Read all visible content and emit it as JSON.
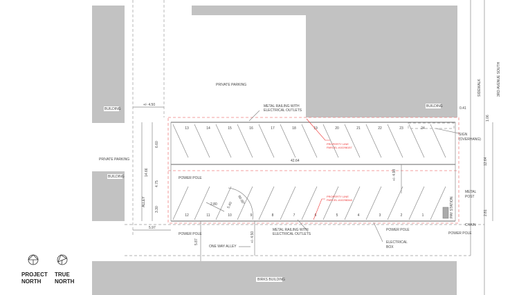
{
  "labels": {
    "private_parking_top": "PRIVATE PARKING",
    "private_parking_left": "PRIVATE PARKING",
    "building_left_top": "BUILDING",
    "building_left_mid": "BUILDING",
    "building_right": "BUILDING",
    "birks_building": "BIRKS BUILDING",
    "sidewalk": "SIDEWALK",
    "street": "3RD AVENUE SOUTH",
    "alley": "ALLEY",
    "one_way_alley": "ONE WAY ALLEY",
    "railing_top_1": "METAL RAILING WITH",
    "railing_top_2": "ELECTRICAL OUTLETS",
    "railing_bot_1": "METAL RAILING WITH",
    "railing_bot_2": "ELECTRICAL OUTLETS",
    "power_pole_1": "POWER POLE",
    "power_pole_2": "POWER POLE",
    "power_pole_3": "POWER POLE",
    "power_pole_4": "POWER POLE",
    "sign_1": "SIGN",
    "sign_2": "(OVERHANG)",
    "metal_post_1": "METAL",
    "metal_post_2": "POST",
    "chain": "CHAIN",
    "pay_station": "PAY STATION",
    "elec_box_1": "ELECTRICAL",
    "elec_box_2": "BOX",
    "prop_line_top_1": "PROPERTY LINE",
    "prop_line_top_2": "PARCEL #10298157",
    "prop_line_bot_1": "PROPERTY LINE",
    "prop_line_bot_2": "PARCEL #10298348"
  },
  "dimensions": {
    "alley_width": "+/- 4.50",
    "d_641": "0.41",
    "d_106": "1.06",
    "d_660": "6.60",
    "d_1466": "14.66",
    "d_475": "4.75",
    "d_330": "3.30",
    "d_597": "5.97",
    "d_4264": "42.64",
    "d_498": "+/- 4.98",
    "d_1264": "12.64",
    "d_281": "2.81",
    "d_280": "2.80",
    "d_540": "5.40",
    "angle": "60.00°",
    "d_587": "5.87",
    "d_450b": "+/- 4.50"
  },
  "stalls_top": [
    "13",
    "14",
    "15",
    "16",
    "17",
    "18",
    "19",
    "20",
    "21",
    "22",
    "23",
    "24"
  ],
  "stalls_bottom": [
    "12",
    "11",
    "10",
    "9",
    "8",
    "7",
    "6",
    "5",
    "4",
    "3",
    "2",
    "1"
  ],
  "north": {
    "project_1": "PROJECT",
    "project_2": "NORTH",
    "true_1": "TRUE",
    "true_2": "NORTH"
  }
}
